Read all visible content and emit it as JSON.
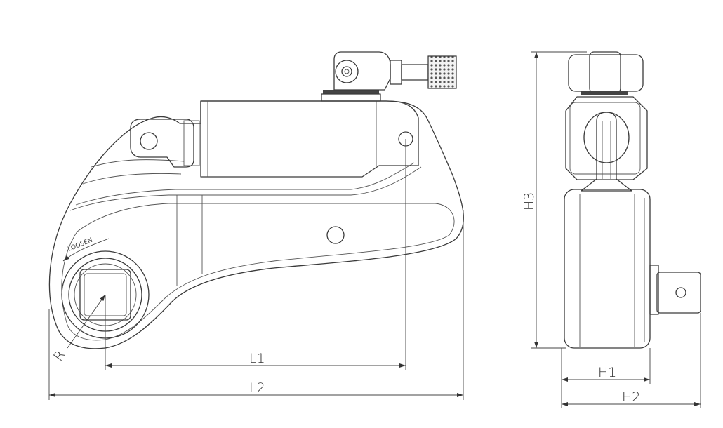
{
  "dimensions": {
    "l1": "L1",
    "l2": "L2",
    "h1": "H1",
    "h2": "H2",
    "h3": "H3",
    "r": "R"
  },
  "labels": {
    "loosen": "LOOSEN"
  },
  "colors": {
    "line": "#3a3a3a",
    "background": "#ffffff"
  }
}
